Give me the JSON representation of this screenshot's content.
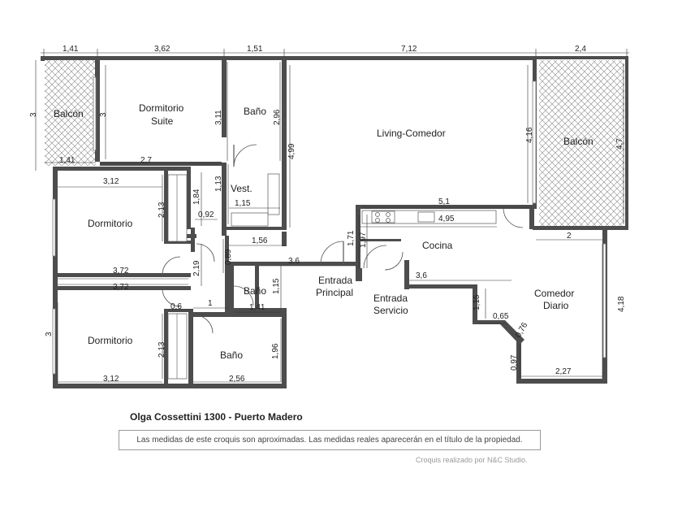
{
  "rooms": {
    "balcon_left": "Balcón",
    "dormitorio_suite_1": "Dormitorio",
    "dormitorio_suite_2": "Suite",
    "bano_top": "Baño",
    "vestidor": "Vest.",
    "living": "Living-Comedor",
    "balcon_right": "Balcón",
    "dormitorio_1": "Dormitorio",
    "dormitorio_2": "Dormitorio",
    "cocina": "Cocina",
    "entrada_principal_1": "Entrada",
    "entrada_principal_2": "Principal",
    "entrada_servicio_1": "Entrada",
    "entrada_servicio_2": "Servicio",
    "bano_small": "Baño",
    "bano_bottom": "Baño",
    "comedor_diario_1": "Comedor",
    "comedor_diario_2": "Diario"
  },
  "dimensions": {
    "top_141": "1,41",
    "top_362": "3,62",
    "top_151": "1,51",
    "top_712": "7,12",
    "top_24": "2,4",
    "balcon_left_h": "3",
    "suite_h": "3",
    "balcon_bottom": "1,41",
    "suite_bottom": "2,7",
    "bano_w": "3,11",
    "bano_h": "2,96",
    "living_h": "4,99",
    "vest_h": "1,13",
    "vest_w": "1,15",
    "living_right_h": "4,16",
    "balcon_right_h": "4,7",
    "dorm1_top": "3,12",
    "dorm1_h": "2,13",
    "closet_184": "1,84",
    "closet_092": "0,92",
    "kitchen_51": "5,1",
    "kitchen_495": "4,95",
    "balcon_bottom_2": "2",
    "dim_089": "0,89",
    "dim_156": "1,56",
    "dim_171": "1,71",
    "dim_197": "1,97",
    "dim_36a": "3,6",
    "dim_36b": "3,6",
    "dorm1_bottom": "3,72",
    "dim_219": "2,19",
    "dorm2_top": "3,72",
    "bano_small_h": "1,15",
    "bano_small_w": "1,41",
    "dim_115b": "1,15",
    "dim_065": "0,65",
    "dim_076": "0,76",
    "comedor_h": "4,18",
    "dim_06": "0,6",
    "dim_1": "1",
    "dorm2_h": "3",
    "dorm2_closet": "2,13",
    "bano_bottom_h": "1,96",
    "dim_097": "0,97",
    "comedor_bottom": "2,27",
    "dorm2_bottom": "3,12",
    "bano_bottom_w": "2,56"
  },
  "footer": {
    "title": "Olga Cossettini 1300 - Puerto Madero",
    "note": "Las medidas de este croquis son aproximadas. Las medidas reales aparecerán en el título de la propiedad.",
    "credit": "Croquis realizado por N&C Studio."
  }
}
